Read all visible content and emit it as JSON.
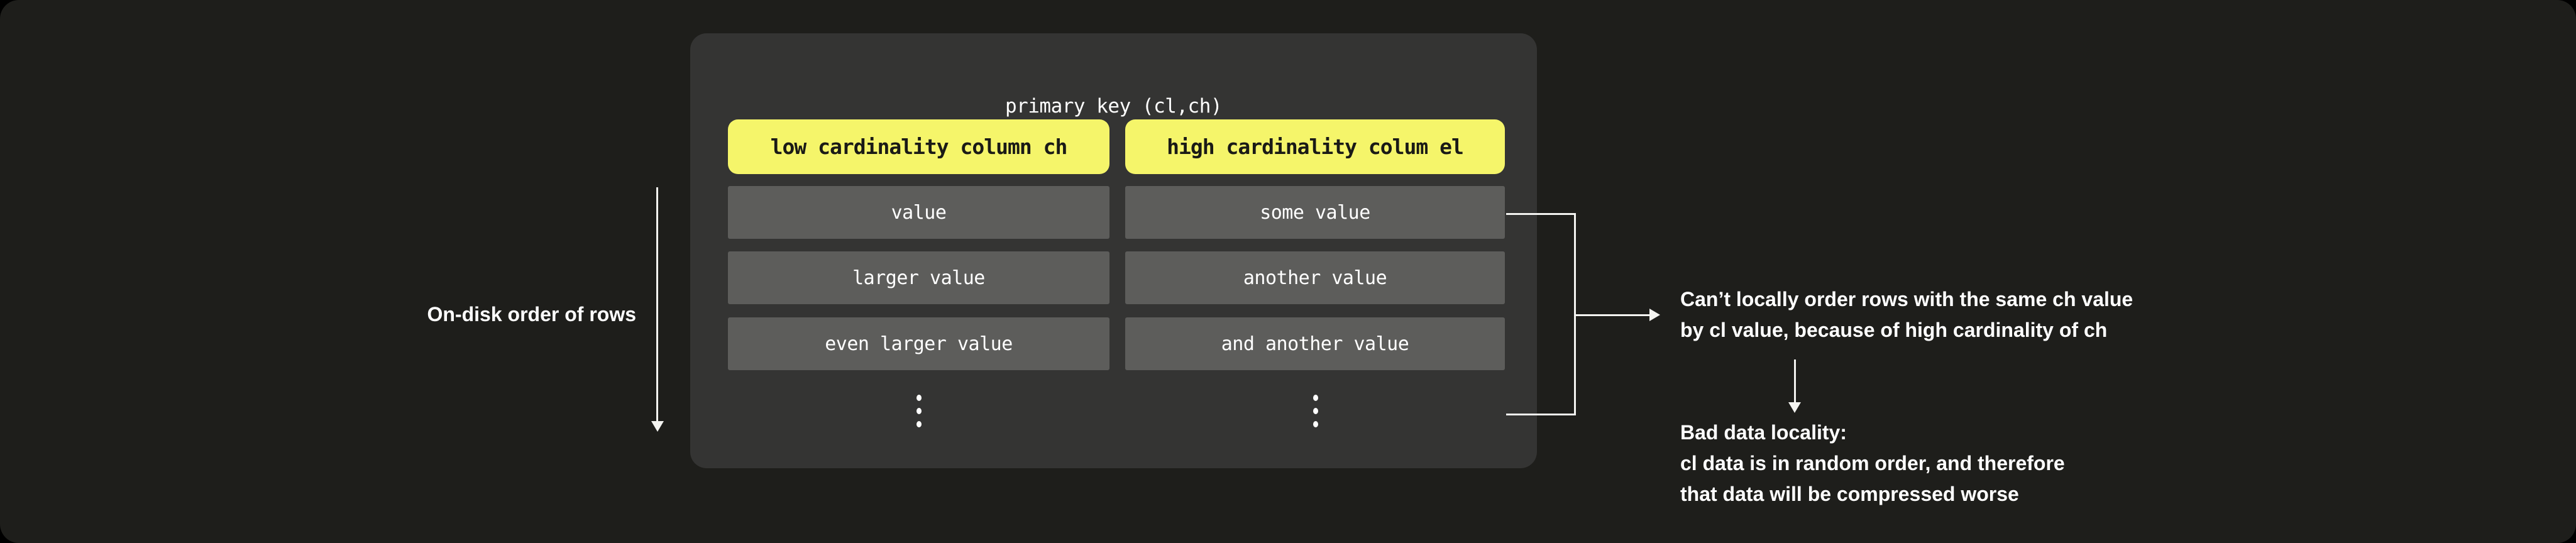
{
  "colors": {
    "background": "#1e1e1b",
    "card_background": "#343433",
    "row_background": "#5d5d5b",
    "header_background": "#f5f56a",
    "header_text": "#1a1a16",
    "text": "#ffffff",
    "line": "#f4f4f1"
  },
  "card": {
    "title": "primary key (cl,ch)",
    "columns": [
      {
        "header": "low cardinality column ch",
        "rows": [
          "value",
          "larger value",
          "even larger value"
        ]
      },
      {
        "header": "high cardinality colum el",
        "rows": [
          "some value",
          "another value",
          "and another value"
        ]
      }
    ],
    "icons": {
      "vertical_ellipsis": "⋮"
    }
  },
  "annotations": {
    "left_label": "On-disk order of rows",
    "right_top": {
      "line1": "Can’t locally order rows with the same ch value",
      "line2": "by cl value, because of high cardinality of ch"
    },
    "right_bottom": {
      "line1": "Bad data locality:",
      "line2": "cl data is in random order, and therefore",
      "line3": "that data will be compressed worse"
    }
  }
}
